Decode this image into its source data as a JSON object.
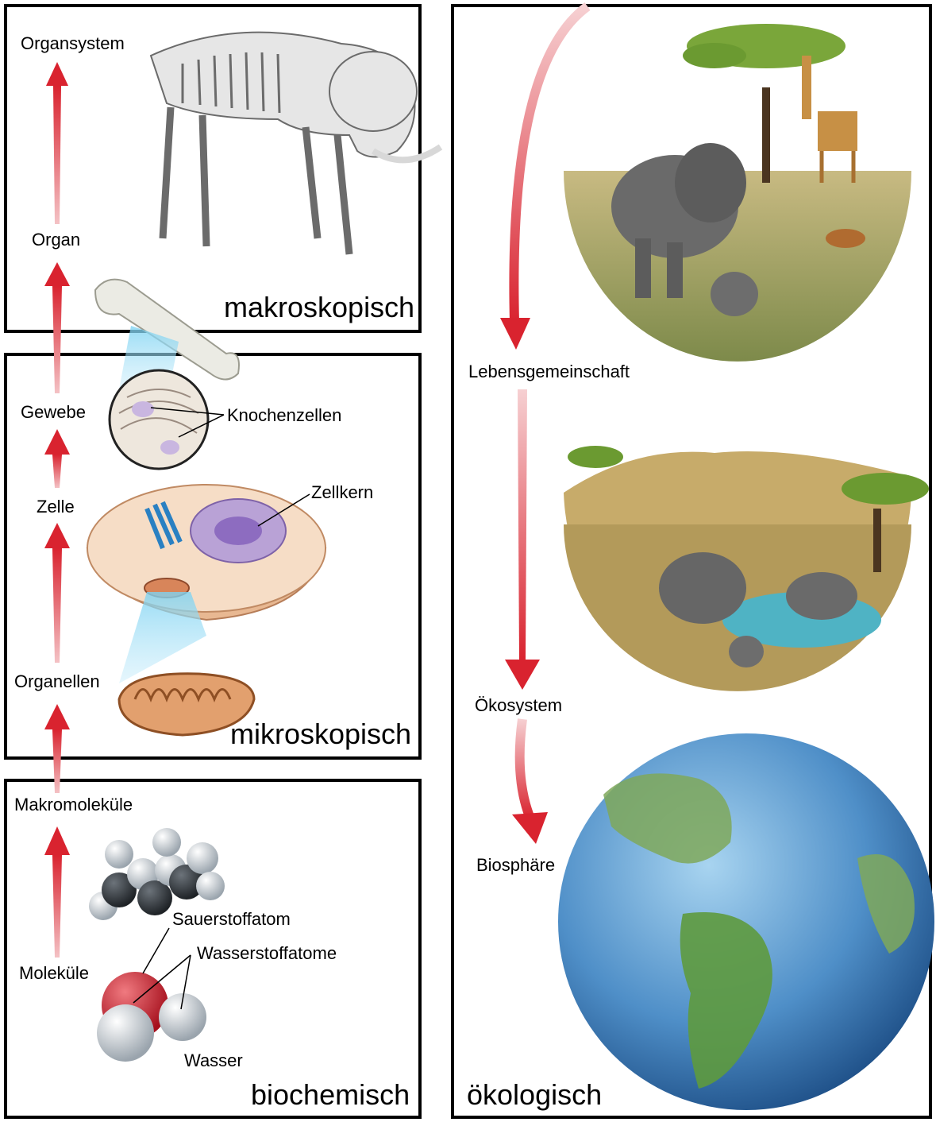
{
  "panels": {
    "makro": "makroskopisch",
    "mikro": "mikroskopisch",
    "bio": "biochemisch",
    "oeko": "ökologisch"
  },
  "levels": {
    "organsystem": "Organsystem",
    "organ": "Organ",
    "gewebe": "Gewebe",
    "zelle": "Zelle",
    "organellen": "Organellen",
    "makromolekuele": "Makromoleküle",
    "molekuele": "Moleküle"
  },
  "annotations": {
    "knochenzellen": "Knochenzellen",
    "zellkern": "Zellkern",
    "sauerstoffatom": "Sauerstoffatom",
    "wasserstoffatome": "Wasserstoffatome",
    "wasser": "Wasser"
  },
  "eco_levels": {
    "lebensgemeinschaft": "Lebensgemeinschaft",
    "oekosystem": "Ökosystem",
    "biosphaere": "Biosphäre"
  },
  "colors": {
    "arrow": "#d9232f",
    "border": "#000000"
  }
}
